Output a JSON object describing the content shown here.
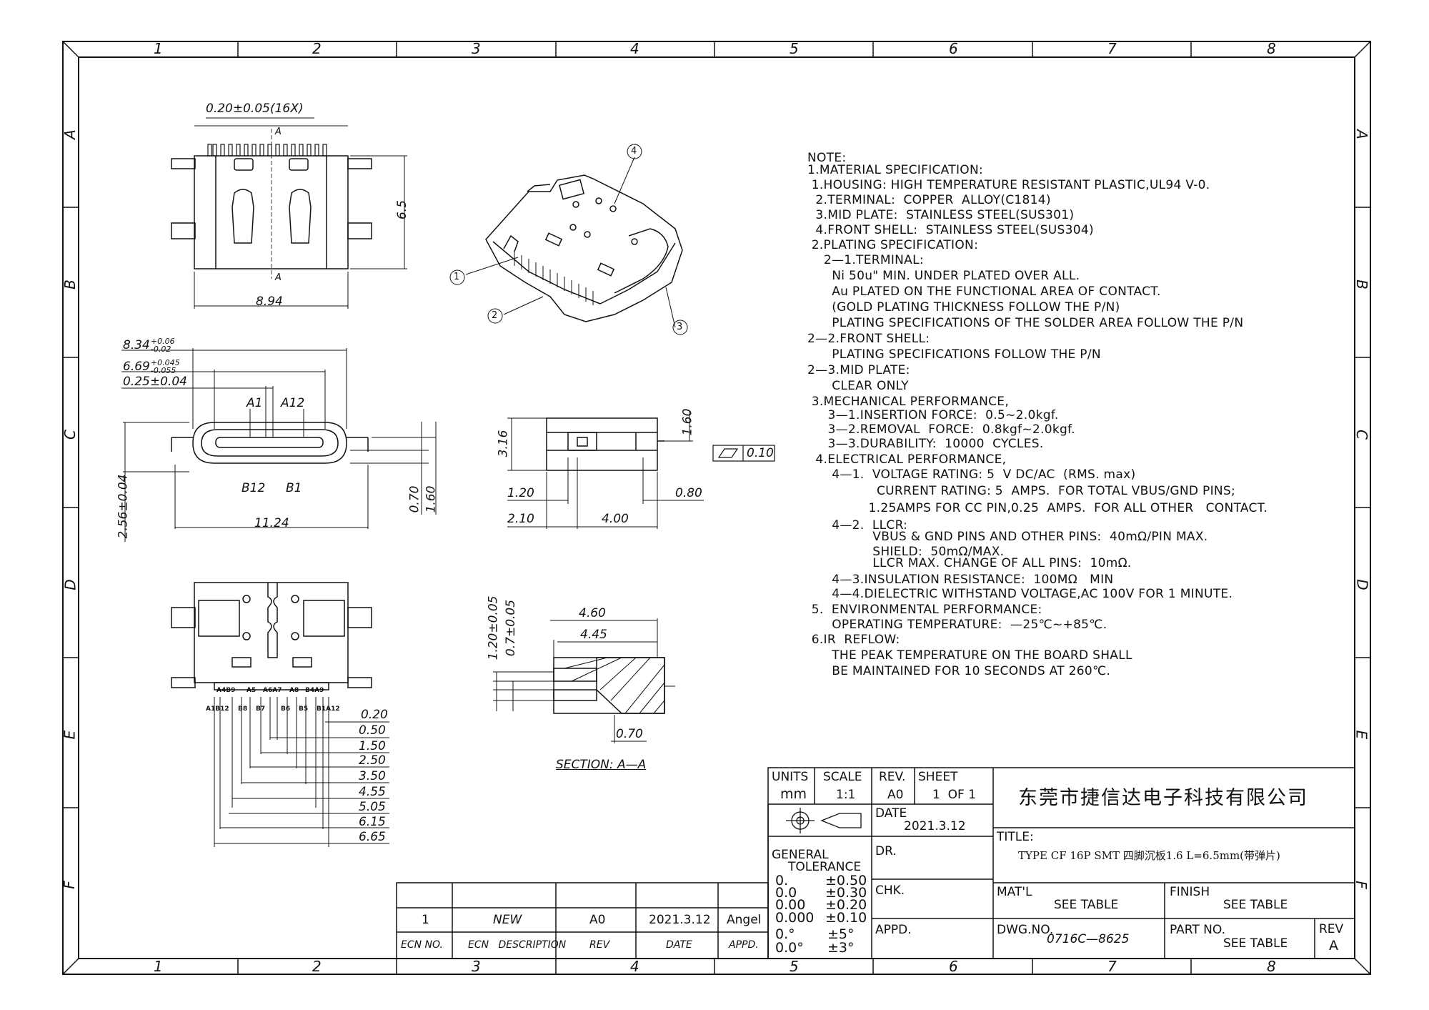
{
  "border": {
    "top_zones": [
      "1",
      "2",
      "3",
      "4",
      "5",
      "6",
      "7",
      "8"
    ],
    "bottom_zones": [
      "1",
      "2",
      "3",
      "4",
      "5",
      "6",
      "7",
      "8"
    ],
    "left_zones": [
      "A",
      "B",
      "C",
      "D",
      "E",
      "F"
    ],
    "right_zones": [
      "A",
      "B",
      "C",
      "D",
      "E",
      "F"
    ]
  },
  "top_view": {
    "pitch": "0.20±0.05(16X)",
    "height": "6.5",
    "width": "8.94",
    "section_mark": "A"
  },
  "front_view": {
    "dim_1": "8.34",
    "dim_1_tol_upper": "+0.06",
    "dim_1_tol_lower": "-0.02",
    "dim_2": "6.69",
    "dim_2_tol_upper": "+0.045",
    "dim_2_tol_lower": "-0.055",
    "dim_3": "0.25±0.04",
    "pin_a1": "A1",
    "pin_a12": "A12",
    "pin_b12": "B12",
    "pin_b1": "B1",
    "width": "11.24",
    "height": "2.56±0.04",
    "dim_070": "0.70",
    "dim_160": "1.60"
  },
  "iso_view": {
    "callouts": [
      "1",
      "2",
      "3",
      "4"
    ]
  },
  "side_view": {
    "h": "3.16",
    "h2": "1.60",
    "flatness": "0.10",
    "d120": "1.20",
    "d210": "2.10",
    "d400": "4.00",
    "d080": "0.80"
  },
  "bottom_view": {
    "pins_top": [
      "A4B9",
      "A5",
      "A6A7",
      "A8",
      "B4A9"
    ],
    "pins_bottom": [
      "A1B12",
      "B8",
      "B7",
      "B6",
      "B5",
      "B1A12"
    ],
    "dims": [
      "0.20",
      "0.50",
      "1.50",
      "2.50",
      "3.50",
      "4.55",
      "5.05",
      "6.15",
      "6.65"
    ]
  },
  "section_view": {
    "d460": "4.60",
    "d445": "4.45",
    "d120": "1.20±0.05",
    "d07": "0.7±0.05",
    "d070": "0.70",
    "label": "SECTION: A—A"
  },
  "notes": [
    "NOTE:",
    "1.MATERIAL SPECIFICATION:",
    " 1.HOUSING: HIGH TEMPERATURE RESISTANT PLASTIC,UL94 V-0.",
    "  2.TERMINAL:  COPPER  ALLOY(C1814)",
    "  3.MID PLATE:  STAINLESS STEEL(SUS301)",
    "  4.FRONT SHELL:  STAINLESS STEEL(SUS304)",
    " 2.PLATING SPECIFICATION:",
    "    2—1.TERMINAL:",
    "      Ni 50u\" MIN. UNDER PLATED OVER ALL.",
    "      Au PLATED ON THE FUNCTIONAL AREA OF CONTACT.",
    "      (GOLD PLATING THICKNESS FOLLOW THE P/N)",
    "      PLATING SPECIFICATIONS OF THE SOLDER AREA FOLLOW THE P/N",
    "2—2.FRONT SHELL:",
    "      PLATING SPECIFICATIONS FOLLOW THE P/N",
    "2—3.MID PLATE:",
    "      CLEAR ONLY",
    " 3.MECHANICAL PERFORMANCE,",
    "     3—1.INSERTION FORCE:  0.5~2.0kgf.",
    "     3—2.REMOVAL  FORCE:  0.8kgf~2.0kgf.",
    "     3—3.DURABILITY:  10000  CYCLES.",
    "  4.ELECTRICAL PERFORMANCE,",
    "      4—1.  VOLTAGE RATING: 5  V DC/AC  (RMS. max)",
    "                 CURRENT RATING: 5  AMPS.  FOR TOTAL VBUS/GND PINS;",
    "               1.25AMPS FOR CC PIN,0.25  AMPS.  FOR ALL OTHER   CONTACT.",
    "      4—2.  LLCR:",
    "                VBUS & GND PINS AND OTHER PINS:  40mΩ/PIN MAX.",
    "                SHIELD:  50mΩ/MAX.",
    "                LLCR MAX. CHANGE OF ALL PINS:  10mΩ.",
    "      4—3.INSULATION RESISTANCE:  100MΩ   MIN",
    "      4—4.DIELECTRIC WITHSTAND VOLTAGE,AC 100V FOR 1 MINUTE.",
    " 5.  ENVIRONMENTAL PERFORMANCE:",
    "      OPERATING TEMPERATURE:  —25℃~+85℃.",
    " 6.IR  REFLOW:",
    "      THE PEAK TEMPERATURE ON THE BOARD SHALL",
    "      BE MAINTAINED FOR 10 SECONDS AT 260℃."
  ],
  "title_block": {
    "units_label": "UNITS",
    "units_value": "mm",
    "scale_label": "SCALE",
    "scale_value": "1:1",
    "rev_label": "REV.",
    "rev_value": "A0",
    "sheet_label": "SHEET",
    "sheet_value": "1  OF 1",
    "company": "东莞市捷信达电子科技有限公司",
    "date_label": "DATE",
    "date_value": "2021.3.12",
    "title_label": "TITLE:",
    "title_value": "TYPE CF 16P SMT 四脚沉板1.6 L=6.5mm(带弹片)",
    "dr_label": "DR.",
    "tolerance_label_1": "GENERAL",
    "tolerance_label_2": "TOLERANCE",
    "tolerances": [
      {
        "k": "0.",
        "v": "±0.50"
      },
      {
        "k": "0.0",
        "v": "±0.30"
      },
      {
        "k": "0.00",
        "v": "±0.20"
      },
      {
        "k": "0.000",
        "v": "±0.10"
      },
      {
        "k": "0.°",
        "v": "±5°"
      },
      {
        "k": "0.0°",
        "v": "±3°"
      }
    ],
    "chk_label": "CHK.",
    "matl_label": "MAT'L",
    "matl_value": "SEE TABLE",
    "finish_label": "FINISH",
    "finish_value": "SEE TABLE",
    "appd_label": "APPD.",
    "dwg_label": "DWG.NO.",
    "dwg_value": "0716C—8625",
    "partno_label": "PART NO.",
    "partno_value": "SEE TABLE",
    "rev2_label": "REV",
    "rev2_value": "A"
  },
  "revision_block": {
    "row": {
      "ecn": "1",
      "desc": "NEW",
      "rev": "A0",
      "date": "2021.3.12",
      "appd": "Angel"
    },
    "headers": {
      "ecn": "ECN NO.",
      "desc": "ECN   DESCRIPTION",
      "rev": "REV",
      "date": "DATE",
      "appd": "APPD."
    }
  }
}
